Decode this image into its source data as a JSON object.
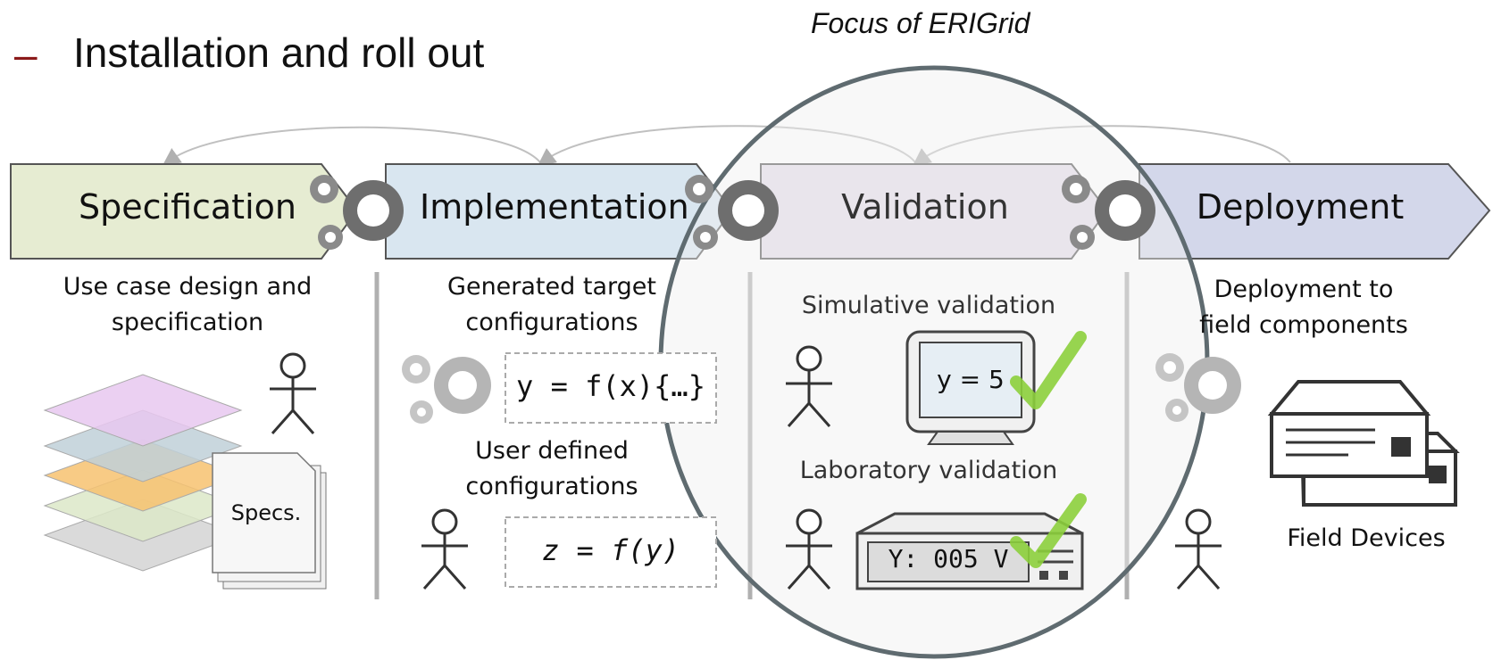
{
  "header": {
    "bullet": "–",
    "title": "Installation and roll out",
    "focus_label": "Focus of ERIGrid"
  },
  "stages": [
    {
      "label": "Specification",
      "fill": "#e6ecd2"
    },
    {
      "label": "Implementation",
      "fill": "#d9e6f0"
    },
    {
      "label": "Validation",
      "fill": "#e3dde9"
    },
    {
      "label": "Deployment",
      "fill": "#d3d7ea"
    }
  ],
  "specification": {
    "caption_line1": "Use case design and",
    "caption_line2": "specification",
    "doc_label": "Specs."
  },
  "implementation": {
    "caption_generated_line1": "Generated target",
    "caption_generated_line2": "configurations",
    "code_generated": "y = f(x){…}",
    "caption_user_line1": "User defined",
    "caption_user_line2": "configurations",
    "code_user": "z = f(y)"
  },
  "validation": {
    "caption_simulative": "Simulative validation",
    "monitor_text": "y = 5",
    "caption_laboratory": "Laboratory validation",
    "device_display": "Y: 005 V"
  },
  "deployment": {
    "caption_line1": "Deployment to",
    "caption_line2": "field components",
    "devices_label": "Field Devices"
  },
  "colors": {
    "check": "#8ccf3c",
    "gear": "#6e6e6e",
    "gear_light": "#b5b5b5",
    "circle": "#5f6b70"
  }
}
